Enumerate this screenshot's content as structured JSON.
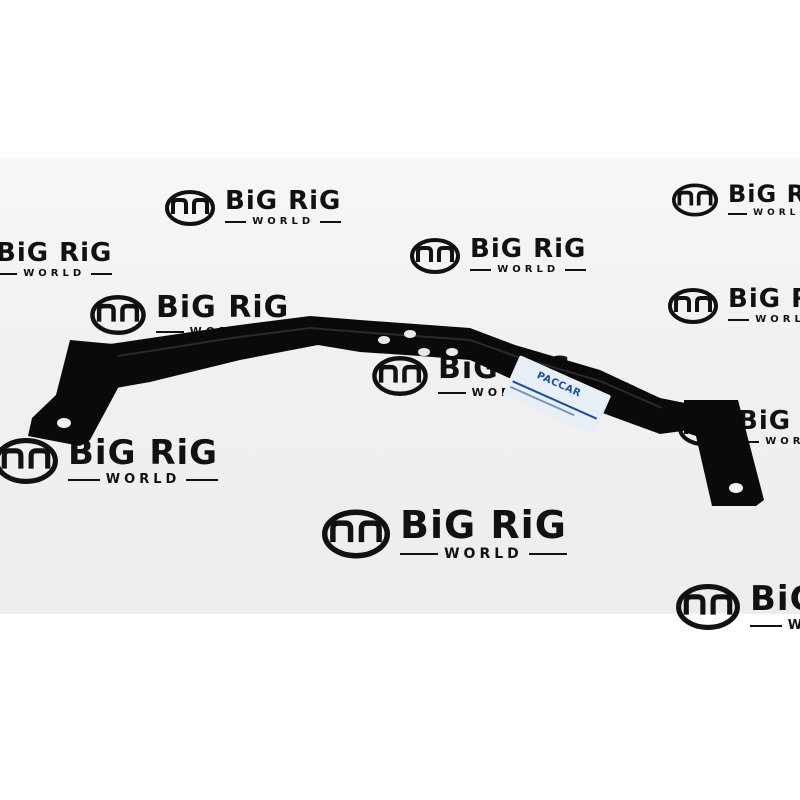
{
  "watermark": {
    "brand": "BiG RiG",
    "sub": "WORLD",
    "icon": "bigrig-logo-icon"
  },
  "sticker": {
    "logo": "PACCAR"
  },
  "colors": {
    "background": "#f2f2f2",
    "ink": "#111111",
    "part": "#0a0a0a",
    "sticker": "#e8eef5",
    "sticker_accent": "#1b4f9c"
  }
}
